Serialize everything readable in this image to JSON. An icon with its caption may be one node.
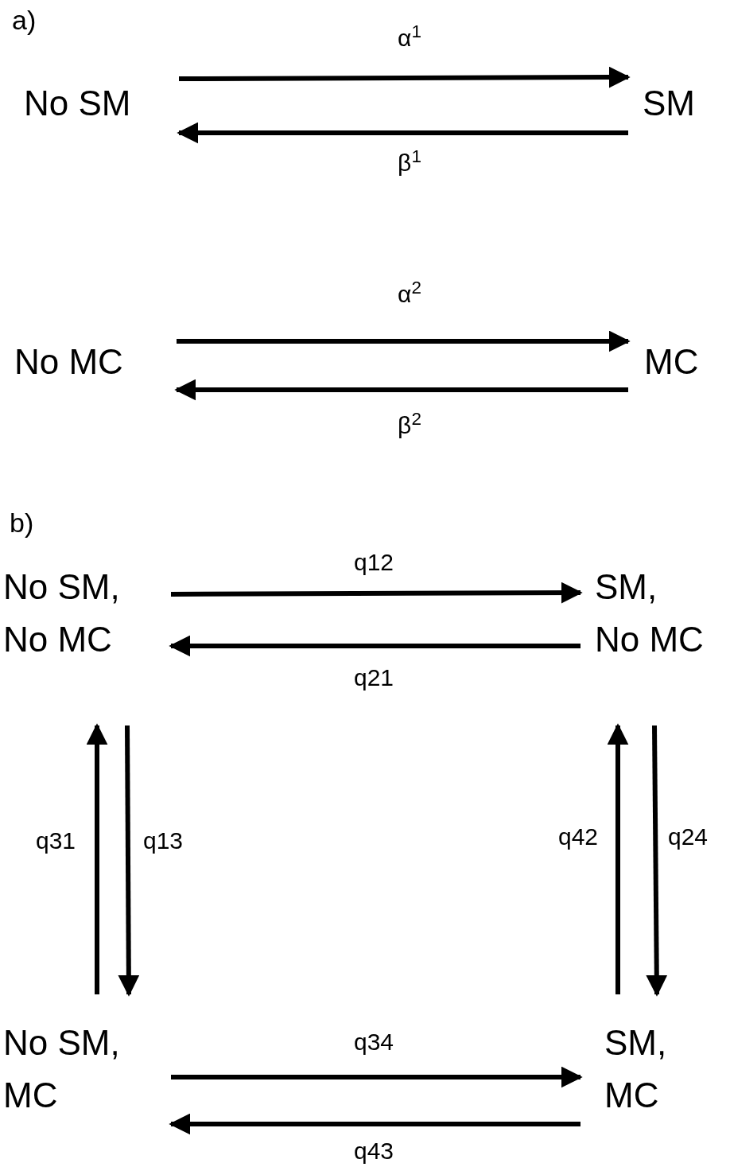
{
  "diagram": {
    "nodes": [
      {
        "text": [
          "No SM"
        ]
      },
      {
        "text": [
          "SM"
        ]
      },
      {
        "text": [
          "No MC"
        ]
      },
      {
        "text": [
          "MC"
        ]
      },
      {
        "text": [
          "No SM, No MC"
        ]
      },
      {
        "text": [
          "SM, No MC"
        ]
      },
      {
        "text": [
          "No SM, MC"
        ]
      },
      {
        "text": [
          "SM, MC"
        ]
      }
    ],
    "edges": [
      {
        "from": 0,
        "to": 1,
        "arrow": "to",
        "label": "α$^{1}$"
      },
      {
        "from": 1,
        "to": 0,
        "arrow": "to",
        "label": "β$^{1}$"
      },
      {
        "from": 2,
        "to": 3,
        "arrow": "to",
        "label": "α$^{2}$"
      },
      {
        "from": 3,
        "to": 2,
        "arrow": "to",
        "label": "β$^{2}$"
      },
      {
        "from": 4,
        "to": 5,
        "arrow": "to",
        "label": "q12"
      },
      {
        "from": 5,
        "to": 4,
        "arrow": "to",
        "label": "q21"
      },
      {
        "from": 6,
        "to": 4,
        "arrow": "to",
        "label": "q31"
      },
      {
        "from": 4,
        "to": 6,
        "arrow": "to",
        "label": "q13"
      },
      {
        "from": 7,
        "to": 5,
        "arrow": "to",
        "label": "q42"
      },
      {
        "from": 5,
        "to": 7,
        "arrow": "to",
        "label": "q24"
      },
      {
        "from": 6,
        "to": 7,
        "arrow": "to",
        "label": "q34"
      },
      {
        "from": 7,
        "to": 6,
        "arrow": "to",
        "label": "q43"
      }
    ],
    "labels": [
      "a)",
      "b)"
    ]
  }
}
